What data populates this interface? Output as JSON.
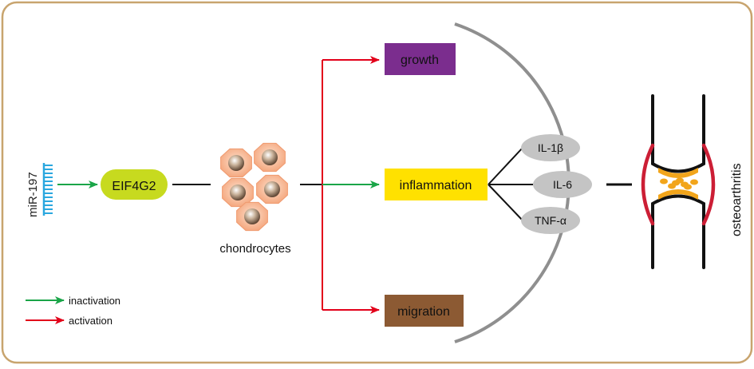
{
  "diagram": {
    "mirna": "miR-197",
    "gene": "EIF4G2",
    "cells": "chondrocytes",
    "outcomes": {
      "growth": "growth",
      "inflammation": "inflammation",
      "migration": "migration"
    },
    "cytokines": [
      "IL-1β",
      "IL-6",
      "TNF-α"
    ],
    "disease": "osteoarthritis",
    "legend": {
      "inactivation": "inactivation",
      "activation": "activation"
    }
  },
  "colors": {
    "frame": "#c8a46e",
    "inactivation_arrow": "#1aa548",
    "activation_arrow": "#e2001a",
    "gene_fill": "#c7da1f",
    "growth_fill": "#7b2d8e",
    "inflammation_fill": "#ffe100",
    "migration_fill": "#8c5a33",
    "cytokine_fill": "#c4c4c4",
    "arc": "#8f8f8f",
    "mirna": "#2aa7df",
    "cell_outer": "#f6b896",
    "cartilage": "#f2a51b",
    "joint_capsule": "#cc1e35"
  }
}
